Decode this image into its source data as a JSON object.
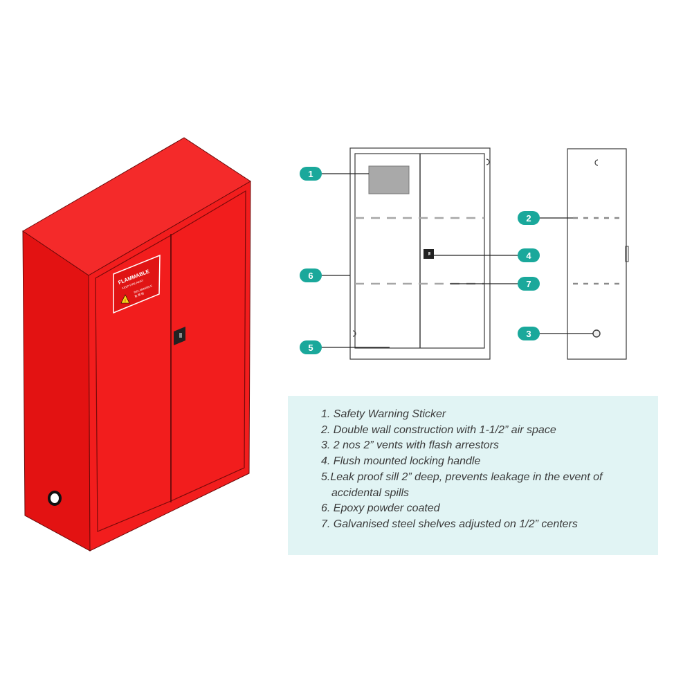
{
  "sticker": {
    "title": "FLAMMABLE",
    "subtitle": "KEEP FIRE AWAY",
    "line3": "INFLAMMABLE",
    "line4": "易 燃 物"
  },
  "callouts": [
    "1",
    "2",
    "3",
    "4",
    "5",
    "6",
    "7"
  ],
  "legend": {
    "items": [
      "1. Safety Warning Sticker",
      "2. Double wall construction with 1-1/2” air space",
      "3. 2 nos 2” vents with flash arrestors",
      "4. Flush mounted locking handle",
      "5.Leak proof sill 2” deep, prevents leakage in the event of",
      "accidental spills",
      "6. Epoxy powder coated",
      "7. Galvanised steel shelves adjusted on 1/2” centers"
    ]
  },
  "colors": {
    "cabinet_front": "#f21d1d",
    "cabinet_side": "#e31212",
    "cabinet_top": "#f42a2a",
    "outline": "#6b0a0a",
    "callout": "#1aa89b",
    "legend_bg": "#e1f4f4",
    "shelf_grey": "#a6a6a6"
  }
}
